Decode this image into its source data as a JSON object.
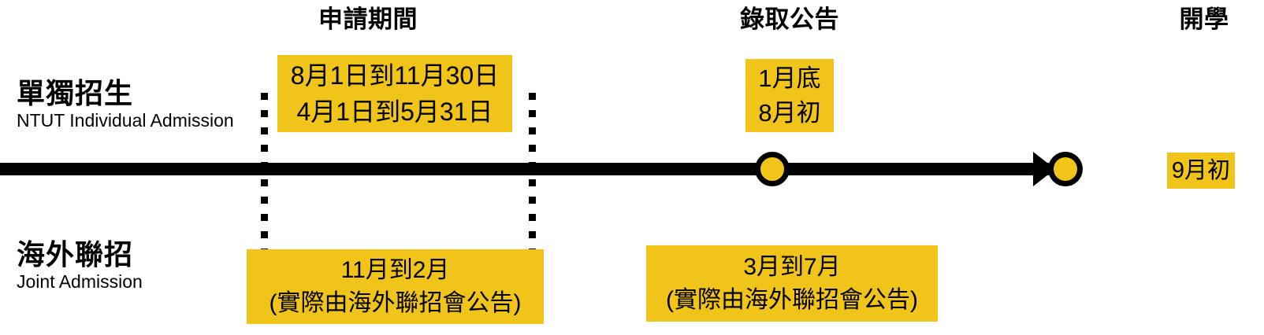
{
  "headers": [
    {
      "id": "apply",
      "label": "申請期間"
    },
    {
      "id": "result",
      "label": "錄取公告"
    },
    {
      "id": "school",
      "label": "開學"
    }
  ],
  "rows": [
    {
      "id": "individual",
      "zh": "單獨招生",
      "en": "NTUT Individual Admission"
    },
    {
      "id": "joint",
      "zh": "海外聯招",
      "en": "Joint Admission"
    }
  ],
  "boxes": {
    "individual_apply": {
      "line1": "8月1日到11月30日",
      "line2": "4月1日到5月31日"
    },
    "individual_result": {
      "line1": "1月底",
      "line2": "8月初"
    },
    "individual_school": {
      "line1": "9月初"
    },
    "joint_apply": {
      "line1": "11月到2月",
      "line2": "(實際由海外聯招會公告)"
    },
    "joint_result": {
      "line1": "3月到7月",
      "line2": "(實際由海外聯招會公告)"
    }
  },
  "colors": {
    "highlight": "#F0C419",
    "ink": "#000000",
    "background": "#FFFFFF"
  }
}
